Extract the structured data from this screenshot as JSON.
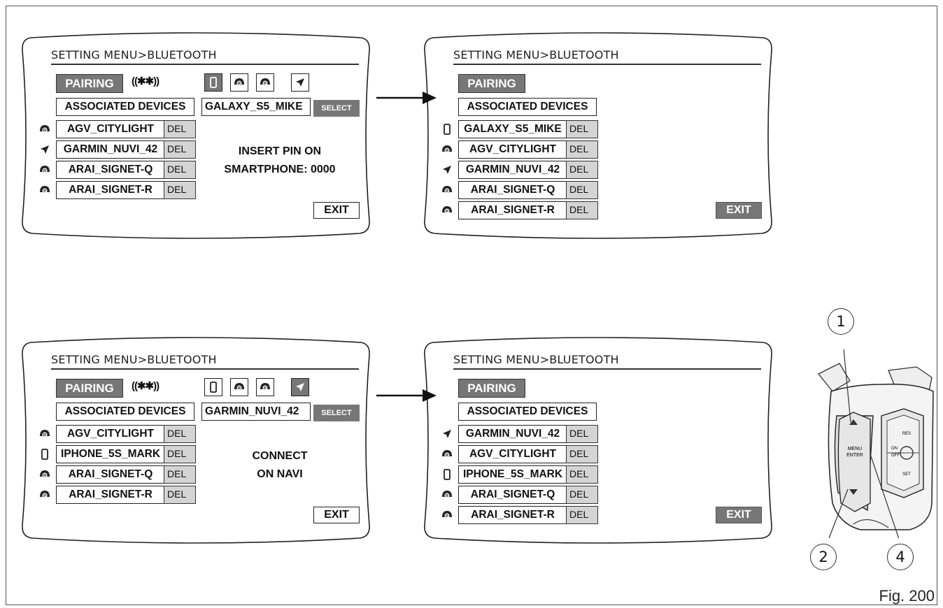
{
  "figure": {
    "label": "Fig. 200"
  },
  "screens": [
    {
      "title": "SETTING MENU>BLUETOOTH",
      "pairing_label": "PAIRING",
      "bt_symbol": "((✱✱))",
      "show_bt": true,
      "device_types": [
        {
          "icon": "smartphone-icon",
          "active": true
        },
        {
          "icon": "helmet-rider-icon",
          "active": false
        },
        {
          "icon": "helmet-passenger-icon",
          "active": false
        },
        {
          "icon": "navigator-icon",
          "active": false
        }
      ],
      "associated_label": "ASSOCIATED DEVICES",
      "found_device": "GALAXY_S5_MIKE",
      "select_label": "SELECT",
      "devices": [
        {
          "icon": "helmet-rider-icon",
          "name": "AGV_CITYLIGHT",
          "action": "DEL"
        },
        {
          "icon": "navigator-icon",
          "name": "GARMIN_NUVI_42",
          "action": "DEL"
        },
        {
          "icon": "helmet-rider-icon",
          "name": "ARAI_SIGNET-Q",
          "action": "DEL"
        },
        {
          "icon": "helmet-passenger-icon",
          "name": "ARAI_SIGNET-R",
          "action": "DEL"
        }
      ],
      "message": [
        "INSERT PIN ON",
        "SMARTPHONE: 0000"
      ],
      "exit_label": "EXIT",
      "exit_style": "outline"
    },
    {
      "title": "SETTING MENU>BLUETOOTH",
      "pairing_label": "PAIRING",
      "show_bt": false,
      "device_types": [],
      "associated_label": "ASSOCIATED DEVICES",
      "devices": [
        {
          "icon": "smartphone-icon",
          "name": "GALAXY_S5_MIKE",
          "action": "DEL"
        },
        {
          "icon": "helmet-rider-icon",
          "name": "AGV_CITYLIGHT",
          "action": "DEL"
        },
        {
          "icon": "navigator-icon",
          "name": "GARMIN_NUVI_42",
          "action": "DEL"
        },
        {
          "icon": "helmet-rider-icon",
          "name": "ARAI_SIGNET-Q",
          "action": "DEL"
        },
        {
          "icon": "helmet-passenger-icon",
          "name": "ARAI_SIGNET-R",
          "action": "DEL"
        }
      ],
      "message": [],
      "exit_label": "EXIT",
      "exit_style": "filled"
    },
    {
      "title": "SETTING MENU>BLUETOOTH",
      "pairing_label": "PAIRING",
      "bt_symbol": "((✱✱))",
      "show_bt": true,
      "device_types": [
        {
          "icon": "smartphone-icon",
          "active": false
        },
        {
          "icon": "helmet-rider-icon",
          "active": false
        },
        {
          "icon": "helmet-passenger-icon",
          "active": false
        },
        {
          "icon": "navigator-icon",
          "active": true
        }
      ],
      "associated_label": "ASSOCIATED DEVICES",
      "found_device": "GARMIN_NUVI_42",
      "select_label": "SELECT",
      "devices": [
        {
          "icon": "helmet-rider-icon",
          "name": "AGV_CITYLIGHT",
          "action": "DEL"
        },
        {
          "icon": "smartphone-icon",
          "name": "IPHONE_5S_MARK",
          "action": "DEL"
        },
        {
          "icon": "helmet-rider-icon",
          "name": "ARAI_SIGNET-Q",
          "action": "DEL"
        },
        {
          "icon": "helmet-passenger-icon",
          "name": "ARAI_SIGNET-R",
          "action": "DEL"
        }
      ],
      "message": [
        "CONNECT",
        "ON NAVI"
      ],
      "exit_label": "EXIT",
      "exit_style": "outline"
    },
    {
      "title": "SETTING MENU>BLUETOOTH",
      "pairing_label": "PAIRING",
      "show_bt": false,
      "device_types": [],
      "associated_label": "ASSOCIATED DEVICES",
      "devices": [
        {
          "icon": "navigator-icon",
          "name": "GARMIN_NUVI_42",
          "action": "DEL"
        },
        {
          "icon": "helmet-rider-icon",
          "name": "AGV_CITYLIGHT",
          "action": "DEL"
        },
        {
          "icon": "smartphone-icon",
          "name": "IPHONE_5S_MARK",
          "action": "DEL"
        },
        {
          "icon": "helmet-rider-icon",
          "name": "ARAI_SIGNET-Q",
          "action": "DEL"
        },
        {
          "icon": "helmet-passenger-icon",
          "name": "ARAI_SIGNET-R",
          "action": "DEL"
        }
      ],
      "message": [],
      "exit_label": "EXIT",
      "exit_style": "filled"
    }
  ],
  "controller": {
    "button_labels": [
      "MENU",
      "ENTER"
    ],
    "side_labels": [
      "ON",
      "OFF",
      "RES",
      "SET"
    ],
    "callouts": [
      "1",
      "2",
      "4"
    ]
  }
}
